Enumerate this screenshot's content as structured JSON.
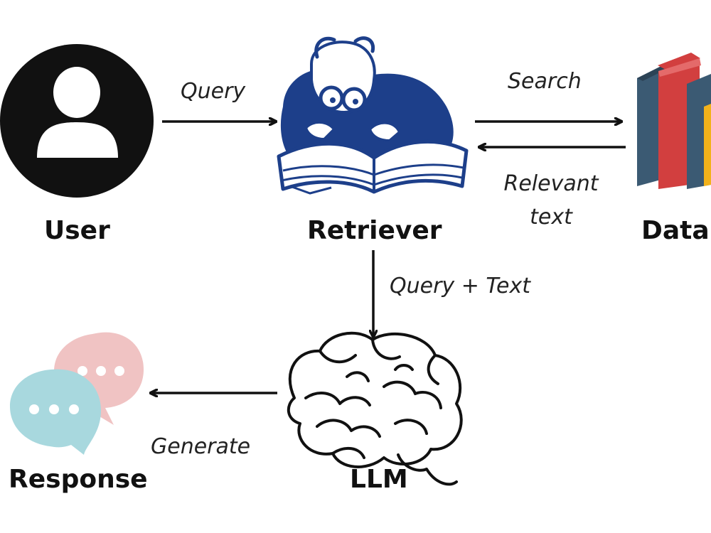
{
  "nodes": {
    "user": {
      "label": "User",
      "icon": "user-avatar-icon"
    },
    "retriever": {
      "label": "Retriever",
      "icon": "reading-professor-icon"
    },
    "data": {
      "label": "Data",
      "icon": "books-icon"
    },
    "llm": {
      "label": "LLM",
      "icon": "brain-icon"
    },
    "response": {
      "label": "Response",
      "icon": "chat-bubbles-icon"
    }
  },
  "edges": {
    "query": "Query",
    "search": "Search",
    "relevant_text_line1": "Relevant",
    "relevant_text_line2": "text",
    "query_text": "Query + Text",
    "generate": "Generate"
  },
  "colors": {
    "ink": "#111111",
    "retriever_blue": "#1d3f8a",
    "book_blue": "#3b5a73",
    "book_red": "#d23f3f",
    "book_yellow": "#f2b21b",
    "bubble_pink": "#f0c3c3",
    "bubble_teal": "#a8d8de"
  }
}
